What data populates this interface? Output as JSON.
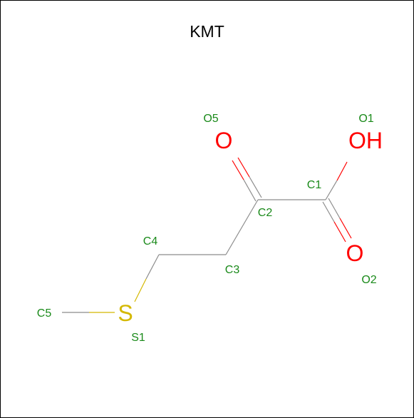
{
  "title": "KMT",
  "colors": {
    "bond": "#8c8c8c",
    "oxygen": "#ff0000",
    "sulfur": "#d4b800",
    "atom_label": "#1a8a1a",
    "title": "#000000"
  },
  "atoms": {
    "C1": {
      "label": "C1"
    },
    "C2": {
      "label": "C2"
    },
    "C3": {
      "label": "C3"
    },
    "C4": {
      "label": "C4"
    },
    "C5": {
      "label": "C5"
    },
    "S1": {
      "label": "S1",
      "symbol": "S"
    },
    "O1": {
      "label": "O1",
      "symbol": "OH"
    },
    "O2": {
      "label": "O2",
      "symbol": "O"
    },
    "O5": {
      "label": "O5",
      "symbol": "O"
    }
  },
  "bonds": [
    {
      "from": "C5",
      "to": "S1",
      "order": 1
    },
    {
      "from": "S1",
      "to": "C4",
      "order": 1
    },
    {
      "from": "C4",
      "to": "C3",
      "order": 1
    },
    {
      "from": "C3",
      "to": "C2",
      "order": 1
    },
    {
      "from": "C2",
      "to": "C1",
      "order": 1
    },
    {
      "from": "C2",
      "to": "O5",
      "order": 2
    },
    {
      "from": "C1",
      "to": "O1",
      "order": 1
    },
    {
      "from": "C1",
      "to": "O2",
      "order": 2
    }
  ]
}
